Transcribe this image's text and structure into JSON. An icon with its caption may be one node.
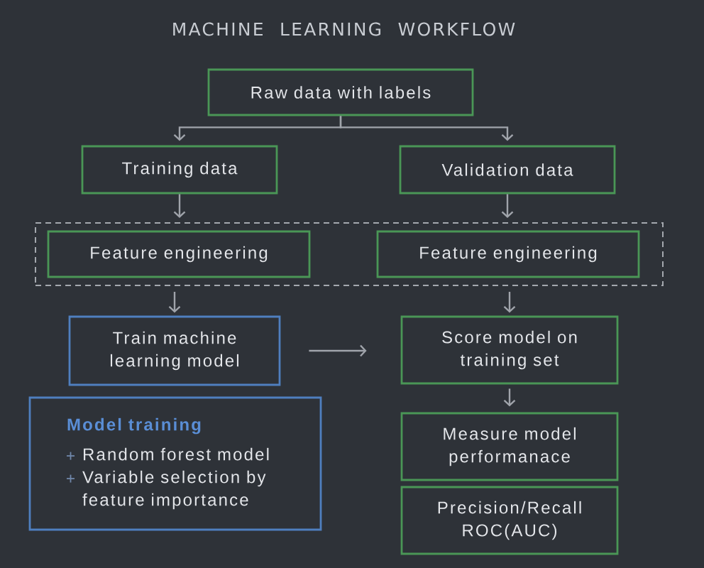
{
  "diagram": {
    "title": "MACHINE LEARNING WORKFLOW",
    "nodes": [
      {
        "text": [
          "Raw data with labels"
        ]
      },
      {
        "text": [
          "Training data"
        ]
      },
      {
        "text": [
          "Validation data"
        ]
      },
      {
        "text": [],
        "shape": "box"
      },
      {
        "text": [
          "Feature engineering"
        ],
        "in": 3
      },
      {
        "text": [
          "Feature engineering"
        ],
        "in": 3
      },
      {
        "text": [
          "Train machine learning model"
        ]
      },
      {
        "text": [
          "Score model on training set"
        ]
      },
      {
        "text": [
          "Model training",
          "Random forest model",
          "Variable selection by feature importance"
        ]
      },
      {
        "text": [
          "Measure model performanace"
        ]
      },
      {
        "text": [
          "Precision/Recall ROC(AUC)"
        ]
      }
    ],
    "edges": [
      {
        "from": 0,
        "to": 1,
        "arrow": "to"
      },
      {
        "from": 0,
        "to": 2,
        "arrow": "to"
      },
      {
        "from": 1,
        "to": 3,
        "arrow": "to"
      },
      {
        "from": 2,
        "to": 3,
        "arrow": "to"
      },
      {
        "from": 3,
        "to": 6,
        "arrow": "to"
      },
      {
        "from": 3,
        "to": 7,
        "arrow": "to"
      },
      {
        "from": 6,
        "to": 7,
        "arrow": "to"
      },
      {
        "from": 7,
        "to": 9,
        "arrow": "to"
      }
    ]
  }
}
